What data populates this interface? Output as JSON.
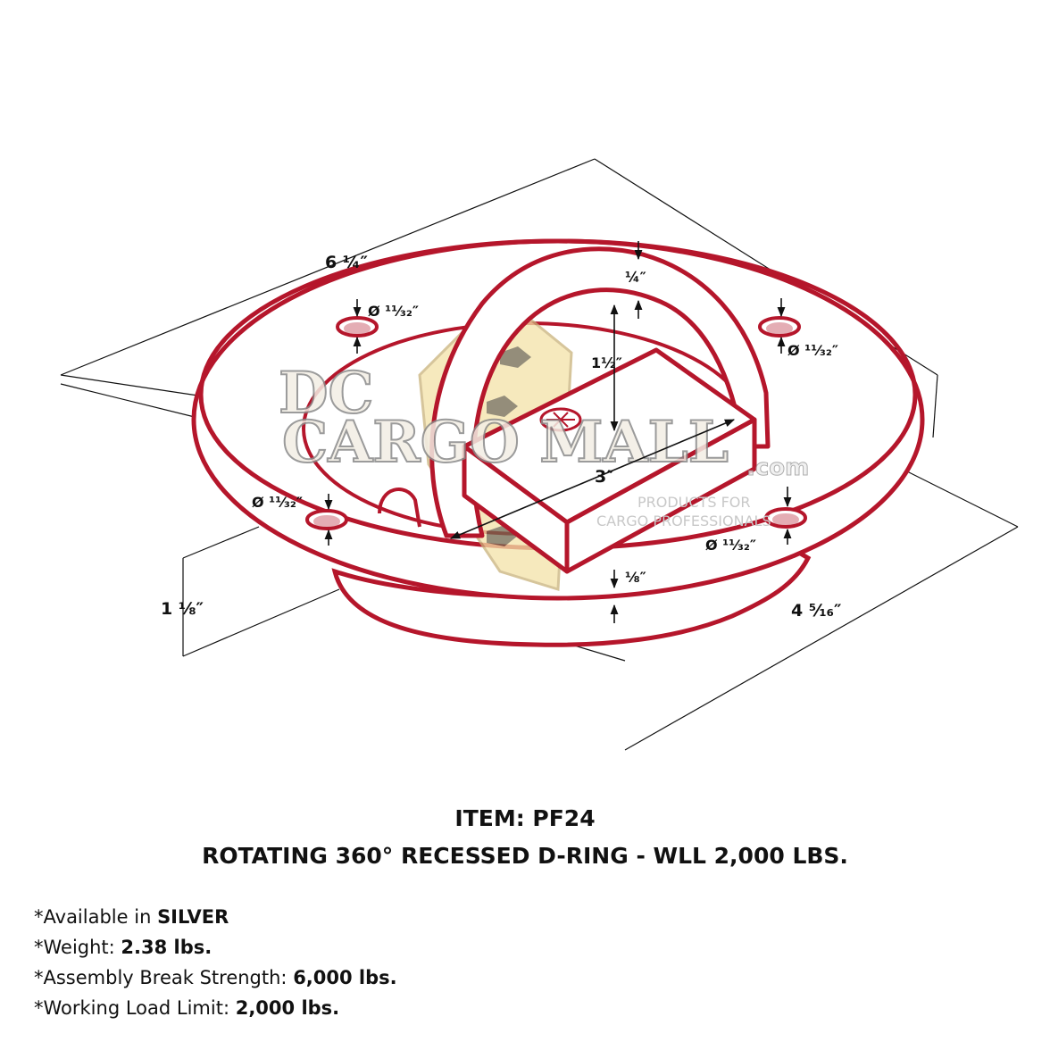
{
  "diagram": {
    "dimensions": {
      "width_top": "6 ¼″",
      "ring_thickness": "¼″",
      "ring_height": "1½″",
      "recess_length": "3″",
      "hole_tr": "Ø ¹¹⁄₃₂″",
      "hole_tl": "Ø ¹¹⁄₃₂″",
      "hole_bl": "Ø ¹¹⁄₃₂″",
      "hole_br": "Ø ¹¹⁄₃₂″",
      "flange_thickness": "⅛″",
      "height_total": "1 ⅛″",
      "depth_side": "4 ⁵⁄₁₆″"
    },
    "watermark": {
      "line1": "DC",
      "line2": "CARGO MALL",
      "domain": ".com",
      "tagline1": "PRODUCTS FOR",
      "tagline2": "CARGO PROFESSIONALS"
    },
    "colors": {
      "outline": "#b5162b",
      "fill": "#ffffff",
      "dim_line": "#111111"
    }
  },
  "item": {
    "label": "ITEM: PF24"
  },
  "product": {
    "title": "ROTATING 360° RECESSED D-RING - WLL 2,000 LBS."
  },
  "specs": [
    {
      "label": "*Available in ",
      "value": "SILVER"
    },
    {
      "label": "*Weight: ",
      "value": "2.38 lbs."
    },
    {
      "label": "*Assembly Break Strength: ",
      "value": "6,000 lbs."
    },
    {
      "label": "*Working Load Limit: ",
      "value": "2,000 lbs."
    }
  ]
}
